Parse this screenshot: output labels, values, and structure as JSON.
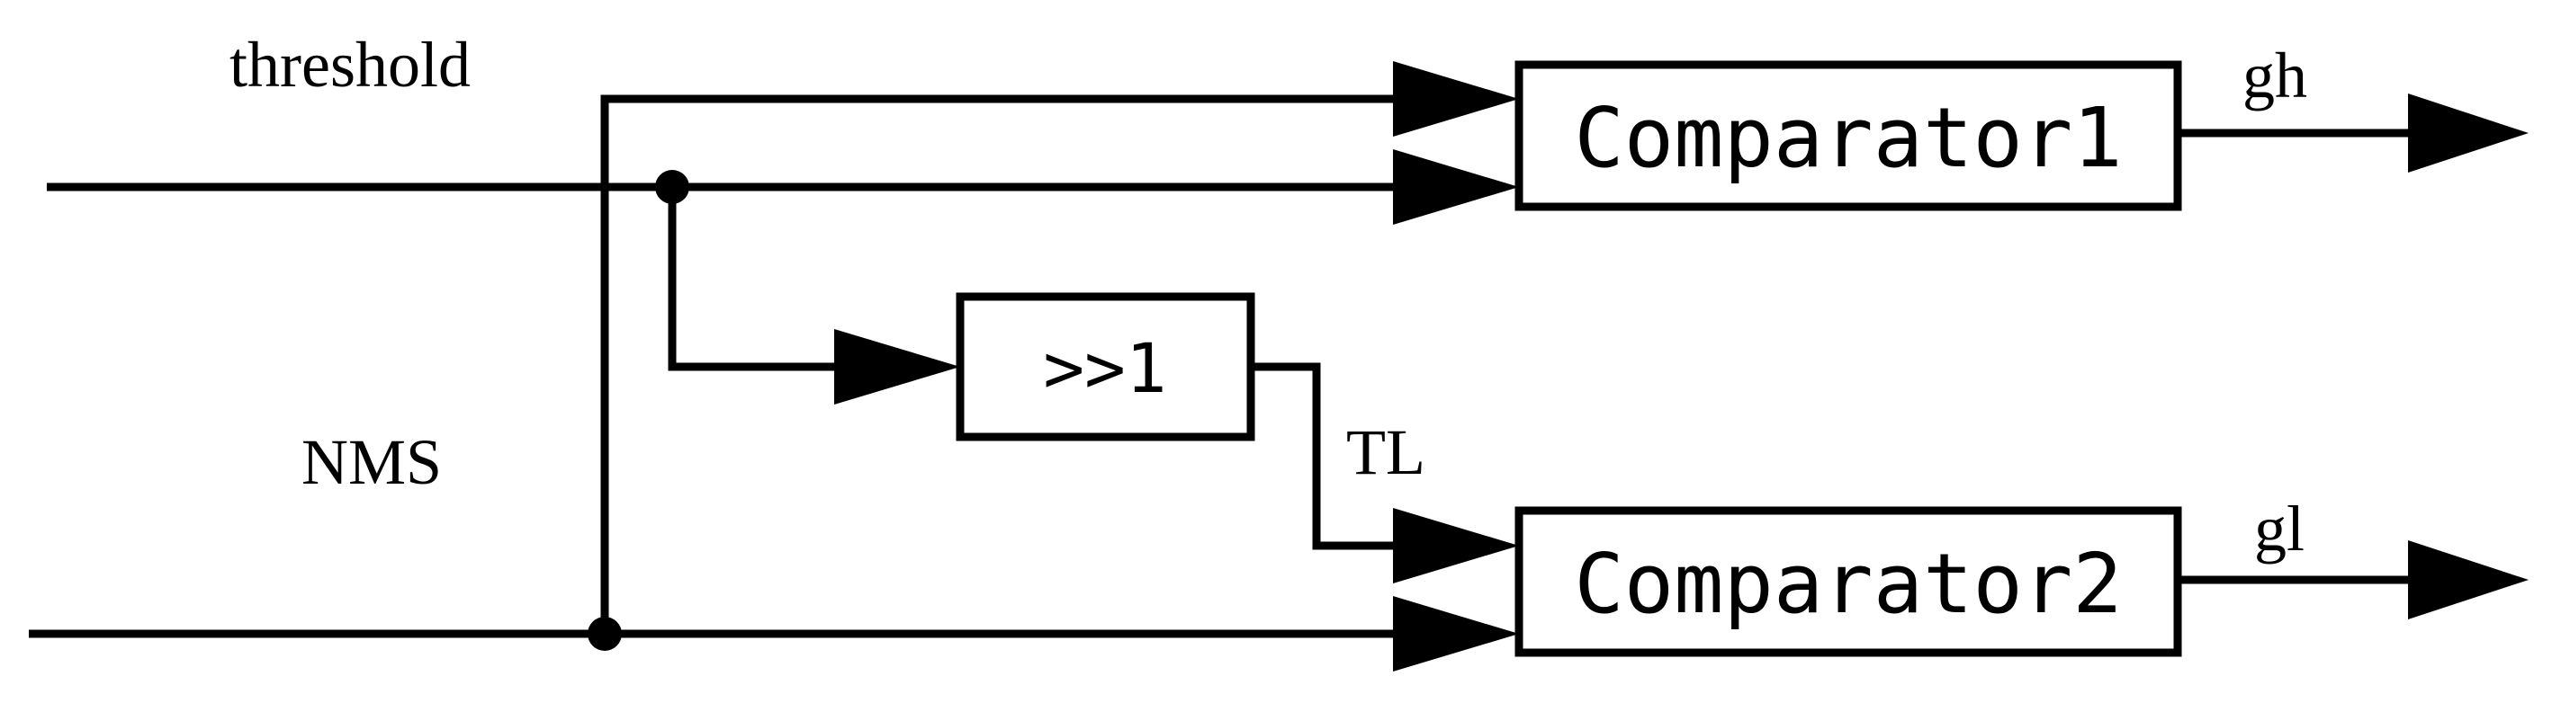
{
  "labels": {
    "threshold": "threshold",
    "nms": "NMS",
    "tl": "TL",
    "gh": "gh",
    "gl": "gl"
  },
  "blocks": {
    "comparator1": "Comparator1",
    "comparator2": "Comparator2",
    "shift": ">>1"
  }
}
